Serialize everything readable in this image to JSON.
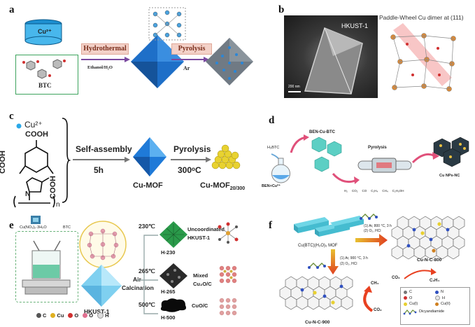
{
  "panels": {
    "a": {
      "label": "a",
      "cu_ion": "Cu²⁺",
      "btc": "BTC",
      "step1": "Hydrothermal",
      "solvent": "Ethanol/H₂O",
      "step2": "Pyrolysis",
      "atmosphere": "Ar"
    },
    "b": {
      "label": "b",
      "sem_label": "HKUST-1",
      "scale_bar": "200 nm",
      "structure_title": "Paddle-Wheel Cu dimer at (111)"
    },
    "c": {
      "label": "c",
      "cu_ion": "Cu²⁺",
      "cooh_top": "COOH",
      "cooh_left": "COOH",
      "cooh_right": "COOH",
      "nitrogen": "N",
      "subscript_n": "n",
      "step1": "Self-assembly",
      "time": "5h",
      "step2": "Pyrolysis",
      "temperature": "300ᵒC",
      "product1": "Cu-MOF",
      "product2": "Cu-MOF",
      "product2_sub": "20/300"
    },
    "d": {
      "label": "d",
      "h3btc": "H₃BTC",
      "precursor": "BEN-Cu-BTC",
      "reactant": "BEN+Cu²⁺",
      "step": "Pyrolysis",
      "product": "Cu NPs-NC",
      "legend": [
        "H₂",
        "CO₂",
        "CO",
        "C₂H₄",
        "CH₄",
        "C₂H₅OH"
      ]
    },
    "e": {
      "label": "e",
      "reagent1": "Cu(NO₃)₂·3H₂O",
      "reagent2": "BTC",
      "mof": "HKUST-1",
      "air": "Air",
      "calcination": "Calcination",
      "temps": [
        "230℃",
        "265℃",
        "500℃"
      ],
      "samples": [
        "H-230",
        "H-265",
        "H-500"
      ],
      "results": [
        "Uncoordinated HKUST-1",
        "Mixed Cu₂O/C",
        "CuO/C"
      ],
      "legend": [
        {
          "sym": "C",
          "color": "#555555"
        },
        {
          "sym": "Cu",
          "color": "#e0b020"
        },
        {
          "sym": "O",
          "color": "#d03030"
        },
        {
          "sym": "O",
          "color": "#e07090"
        },
        {
          "sym": "H",
          "color": "#dddddd"
        }
      ]
    },
    "f": {
      "label": "f",
      "mof": "Cu(BTC)(H₂O)₃ MOF",
      "cond_top1": "(1) Ar, 800 °C, 3 h",
      "cond_top2": "(2) O₂, HCl",
      "cond_left1": "(1) Ar, 900 °C, 3 h",
      "cond_left2": "(2) O₂, HCl",
      "product_800": "Cu-N-C-800",
      "product_900": "Cu-N-C-900",
      "co2_a": "CO₂",
      "c2h4": "C₂H₄",
      "ch4": "CH₄",
      "co2_b": "CO₂",
      "legend": [
        {
          "sym": "C",
          "color": "#777777"
        },
        {
          "sym": "N",
          "color": "#3050c0"
        },
        {
          "sym": "O",
          "color": "#d03030"
        },
        {
          "sym": "H",
          "color": "#e8e8e8"
        },
        {
          "sym": "Cu(I)",
          "color": "#e8d030"
        },
        {
          "sym": "Cu(II)",
          "color": "#d08020"
        }
      ],
      "dicyandiamide": "Dicyandiamide"
    }
  }
}
